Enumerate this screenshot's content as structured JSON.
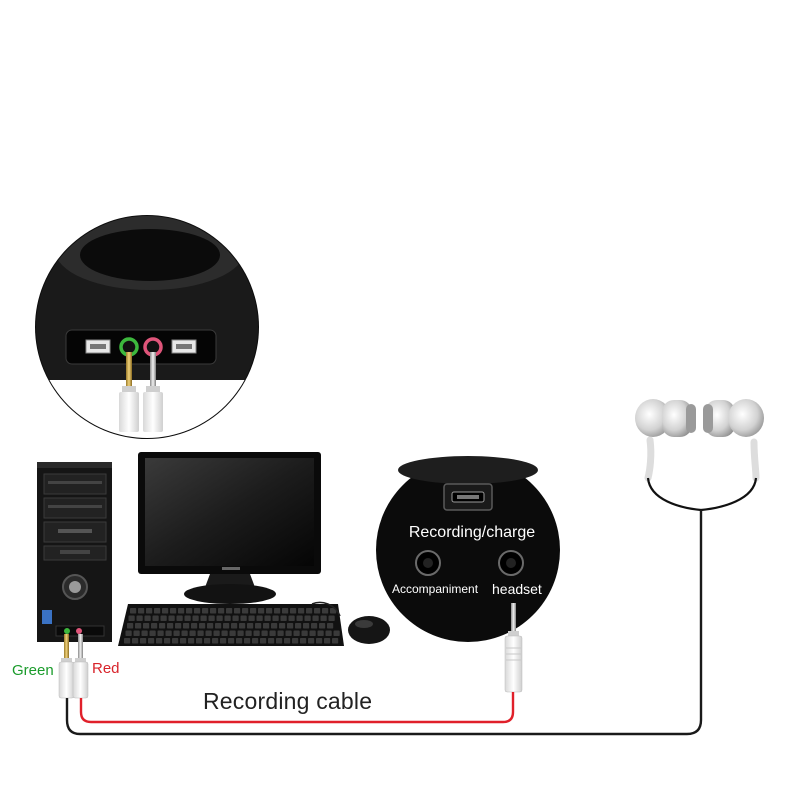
{
  "labels": {
    "green": "Green",
    "red": "Red",
    "recording_cable": "Recording cable",
    "recording_charge": "Recording/charge",
    "accompaniment": "Accompaniment",
    "headset": "headset"
  },
  "colors": {
    "green_port": "#3db83d",
    "red_port": "#e0557a",
    "red_wire": "#e0202a",
    "wire": "#1a1a1a",
    "device": "#111111"
  },
  "icons": [
    "usb-port-icon",
    "mic-jack-icon",
    "audio-jack-icon",
    "mouse-icon",
    "earphone-icon"
  ]
}
